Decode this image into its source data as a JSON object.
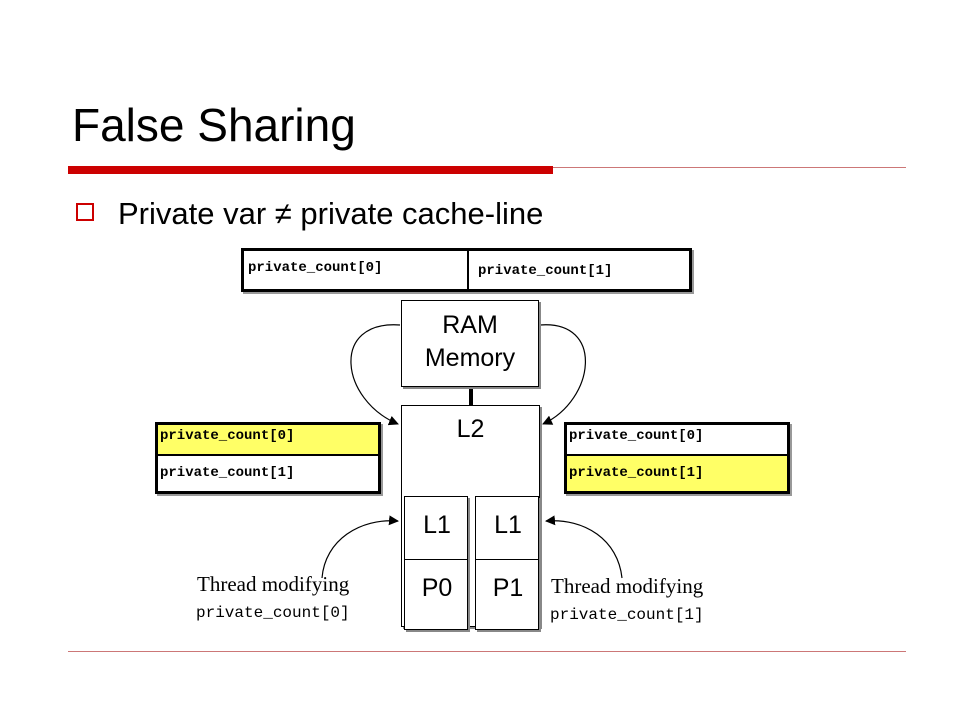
{
  "slide": {
    "title": "False Sharing",
    "bullet": "Private var ≠ private cache-line"
  },
  "cache_line_top": {
    "cell0": "private_count[0]",
    "cell1": "private_count[1]"
  },
  "cache_left": {
    "row0": "private_count[0]",
    "row1": "private_count[1]",
    "highlight_row": 0
  },
  "cache_right": {
    "row0": "private_count[0]",
    "row1": "private_count[1]",
    "highlight_row": 1
  },
  "diagram": {
    "ram_line1": "RAM",
    "ram_line2": "Memory",
    "l2": "L2",
    "l1_left": "L1",
    "l1_right": "L1",
    "p0": "P0",
    "p1": "P1"
  },
  "annotations": {
    "left_text": "Thread modifying",
    "left_var": "private_count[0]",
    "right_text": "Thread modifying",
    "right_var": "private_count[1]"
  },
  "colors": {
    "accent": "#cc0000",
    "highlight": "#ffff66"
  }
}
